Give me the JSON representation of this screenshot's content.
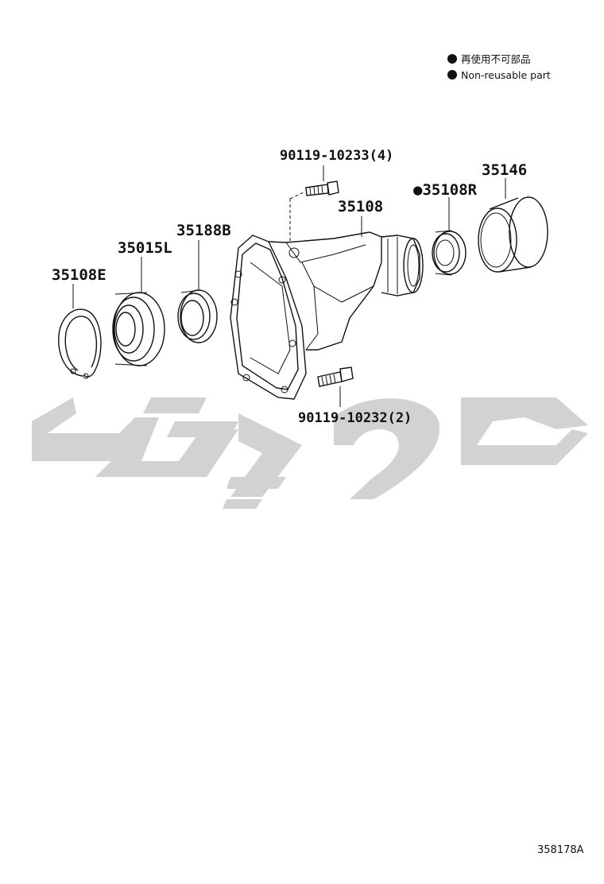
{
  "legend": {
    "items": [
      {
        "label": "再使用不可部品"
      },
      {
        "label": "Non-reusable part"
      }
    ]
  },
  "parts": {
    "snap_ring": "35108E",
    "bearing": "35015L",
    "spacer_ring": "35188B",
    "housing": "35108",
    "oil_seal": "●35108R",
    "dust_deflector": "35146",
    "bolt_upper": "90119-10233(4)",
    "bolt_lower": "90119-10232(2)"
  },
  "diagram_code": "358178A",
  "watermark": {
    "color": "#d2d2d2"
  }
}
